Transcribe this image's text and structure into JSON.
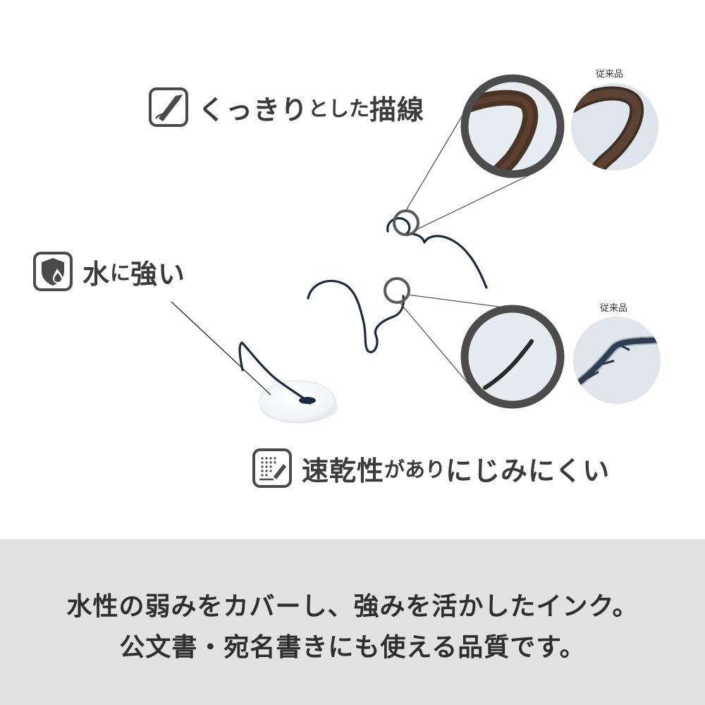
{
  "features": {
    "sharp": {
      "icon": "pen-tip-icon",
      "big": "くっきり",
      "small": "とした",
      "big2": "描線"
    },
    "water": {
      "icon": "shield-water-drop-icon",
      "big": "水",
      "small": "に",
      "big2": "強い"
    },
    "quickdry": {
      "icon": "paper-dots-pen-icon",
      "big": "速乾性",
      "small": "があり",
      "big2": "にじみにくい"
    }
  },
  "comparison": {
    "label_1": "従来品",
    "label_2": "従来品"
  },
  "footer": {
    "line_1": "水性の弱みをカバーし、強みを活かしたインク。",
    "line_2": "公文書・宛名書きにも使える品質です。"
  },
  "colors": {
    "accent": "#4a4a4a",
    "ink": "#1b2a3e",
    "footer_bg": "#e2e2e2"
  }
}
